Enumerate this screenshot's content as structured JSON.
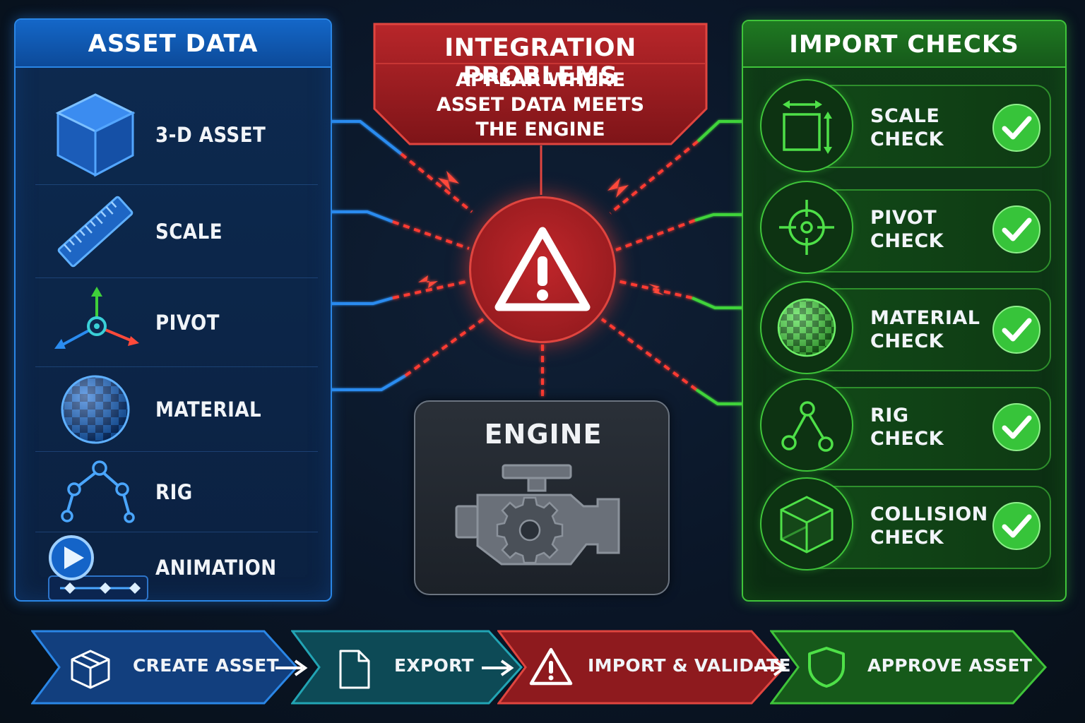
{
  "asset_data": {
    "title": "ASSET DATA",
    "items": [
      {
        "label": "3-D ASSET",
        "icon": "cube-icon"
      },
      {
        "label": "SCALE",
        "icon": "ruler-icon"
      },
      {
        "label": "PIVOT",
        "icon": "pivot-axes-icon"
      },
      {
        "label": "MATERIAL",
        "icon": "checker-sphere-icon"
      },
      {
        "label": "RIG",
        "icon": "rig-bones-icon"
      },
      {
        "label": "ANIMATION",
        "icon": "play-timeline-icon"
      }
    ]
  },
  "problem": {
    "title": "INTEGRATION PROBLEMS",
    "subtitle_lines": [
      "APPEAR WHERE",
      "ASSET DATA MEETS",
      "THE ENGINE"
    ],
    "hub_icon": "warning-triangle-icon"
  },
  "engine": {
    "title": "ENGINE",
    "icon": "engine-gear-icon"
  },
  "import_checks": {
    "title": "IMPORT CHECKS",
    "items": [
      {
        "line1": "SCALE",
        "line2": "CHECK",
        "icon": "scale-frame-icon",
        "status": "passed"
      },
      {
        "line1": "PIVOT",
        "line2": "CHECK",
        "icon": "crosshair-icon",
        "status": "passed"
      },
      {
        "line1": "MATERIAL",
        "line2": "CHECK",
        "icon": "checker-sphere-icon",
        "status": "passed"
      },
      {
        "line1": "RIG",
        "line2": "CHECK",
        "icon": "rig-bones-icon",
        "status": "passed"
      },
      {
        "line1": "COLLISION",
        "line2": "CHECK",
        "icon": "wire-cube-icon",
        "status": "passed"
      }
    ]
  },
  "pipeline": {
    "steps": [
      {
        "label": "CREATE ASSET",
        "icon": "package-box-icon",
        "color": "#1660b8"
      },
      {
        "label": "EXPORT",
        "icon": "document-icon",
        "color": "#0f6a74"
      },
      {
        "label": "IMPORT & VALIDATE",
        "icon": "warning-triangle-icon",
        "color": "#a81e22"
      },
      {
        "label": "APPROVE ASSET",
        "icon": "shield-icon",
        "color": "#1f7a22"
      }
    ]
  },
  "colors": {
    "asset_blue": "#2a86e6",
    "problem_red": "#e0453f",
    "check_green": "#3fc43a",
    "engine_gray": "#6b7480"
  }
}
